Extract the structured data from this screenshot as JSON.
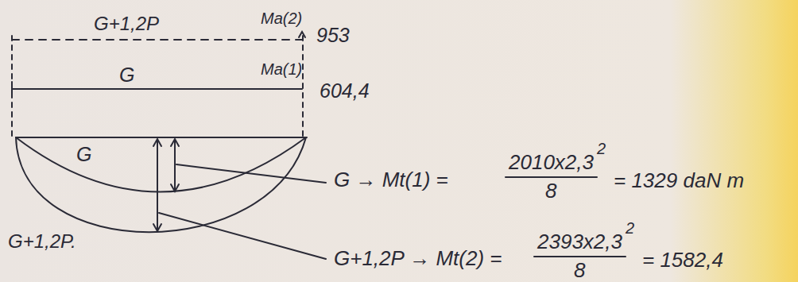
{
  "diagram": {
    "labels": [
      "G+1,2P",
      "Ma(2)",
      "953",
      "G",
      "Ma(1)",
      "604,4",
      "G",
      "G+1,2P.",
      "G → Mt(1) =",
      "2010x2,3",
      "2",
      "8",
      "= 1329 daN m",
      "G+1,2P → Mt(2) =",
      "2393x2,3",
      "2",
      "8",
      "= 1582,4"
    ]
  }
}
